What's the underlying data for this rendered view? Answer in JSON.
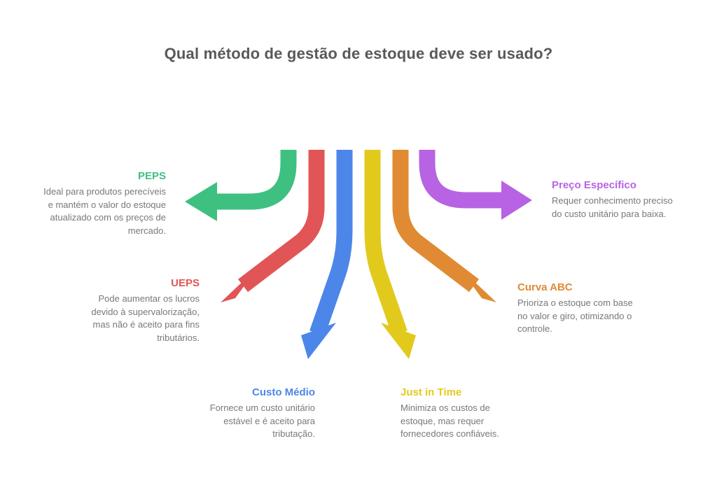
{
  "title": "Qual método de gestão de estoque deve ser usado?",
  "colors": {
    "title": "#58595b",
    "body_text": "#77787b",
    "background": "#ffffff",
    "arrow_outline": "#ffffff"
  },
  "methods": [
    {
      "id": "peps",
      "label": "PEPS",
      "color": "#3ec081",
      "description": "Ideal para produtos perecíveis\ne mantém o valor do estoque\natualizado com os preços de\nmercado."
    },
    {
      "id": "ueps",
      "label": "UEPS",
      "color": "#e15556",
      "description": "Pode aumentar os lucros\ndevido à supervalorização,\nmas não é aceito para fins\ntributários."
    },
    {
      "id": "custo-medio",
      "label": "Custo Médio",
      "color": "#4c86e8",
      "description": "Fornece um custo unitário\nestável e é aceito para\ntributação."
    },
    {
      "id": "just-in-time",
      "label": "Just in Time",
      "color": "#e2ca1d",
      "description": "Minimiza os custos de\nestoque, mas requer\nfornecedores confiáveis."
    },
    {
      "id": "curva-abc",
      "label": "Curva ABC",
      "color": "#e08b33",
      "description": "Prioriza o estoque com base\nno valor e giro, otimizando o\ncontrole."
    },
    {
      "id": "preco-especifico",
      "label": "Preço Específico",
      "color": "#b763e3",
      "description": "Requer conhecimento preciso\ndo custo unitário para baixa."
    }
  ]
}
